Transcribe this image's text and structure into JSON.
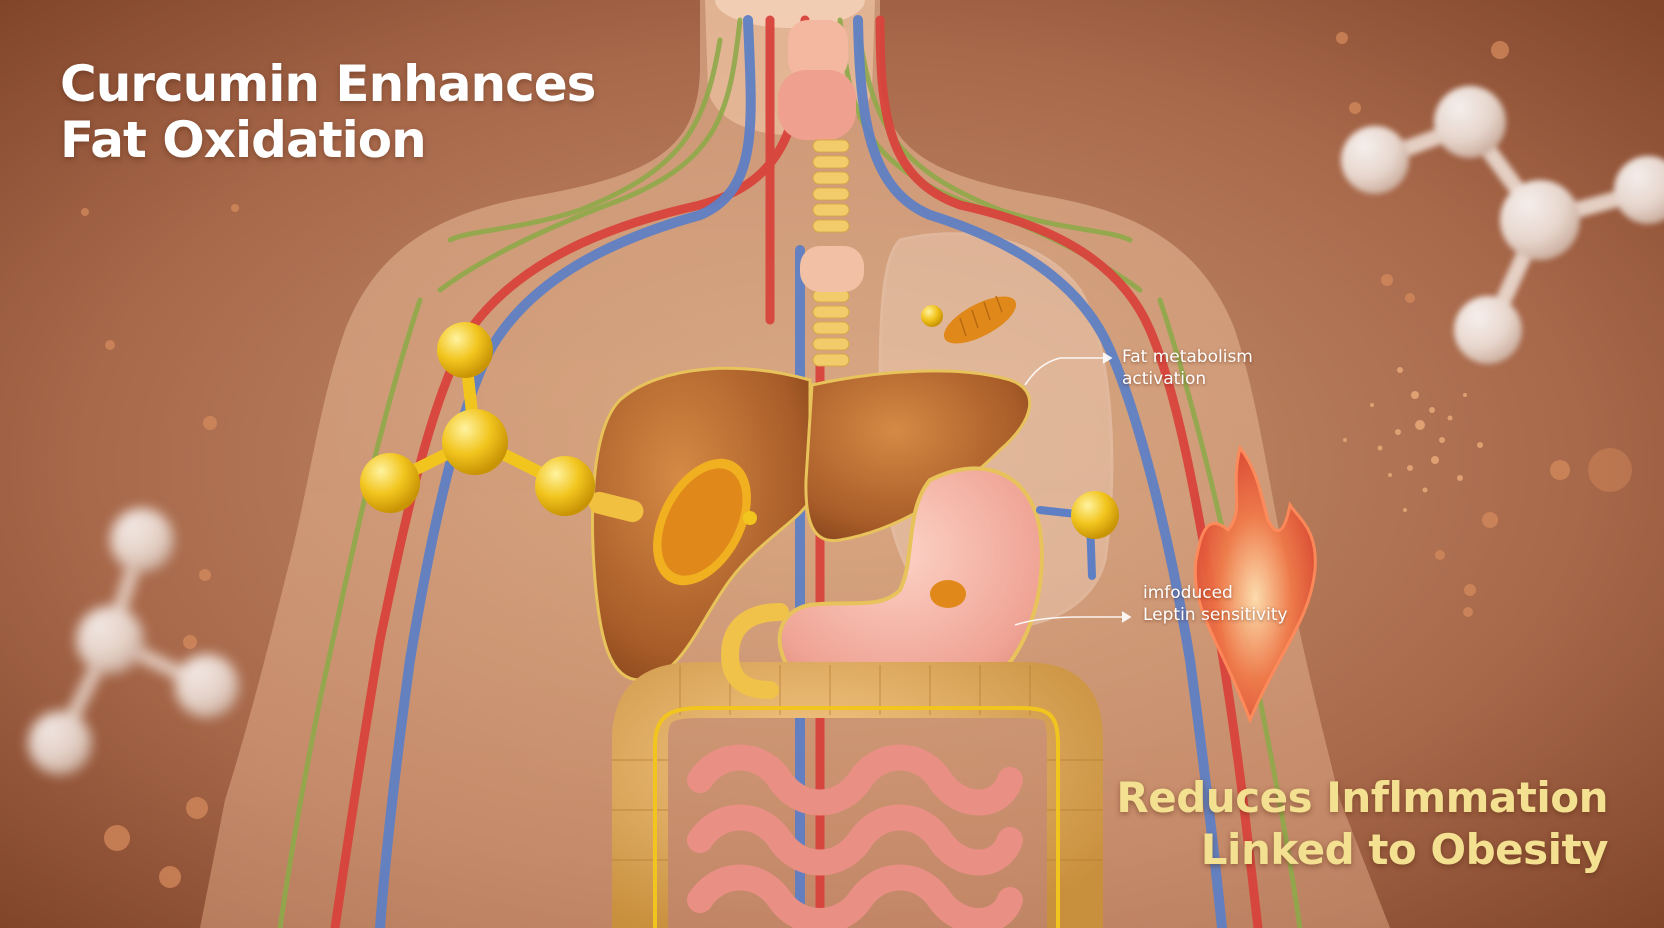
{
  "headline": {
    "line1": "Curcumin Enhances",
    "line2": "Fat Oxidation"
  },
  "callouts": {
    "fat_metabolism": {
      "line1": "Fat metabolism",
      "line2": "activation"
    },
    "leptin": {
      "line1": "imfoduced",
      "line2": "Leptin sensitivity"
    }
  },
  "footer": {
    "line1": "Reduces Inflmmation",
    "line2": "Linked to Obesity"
  },
  "colors": {
    "background_light": "#c4906d",
    "background_dark": "#7a3f25",
    "liver": "#b4682e",
    "stomach": "#f0a79a",
    "curcumin_molecule": "#f1c51f",
    "turmeric": "#e08a12",
    "artery": "#d8433c",
    "vein": "#5f7fc4",
    "nerve": "#8faa4a",
    "inflammation": "#e35a36",
    "headline_text": "#ffffff",
    "footer_text": "#f3e090"
  }
}
